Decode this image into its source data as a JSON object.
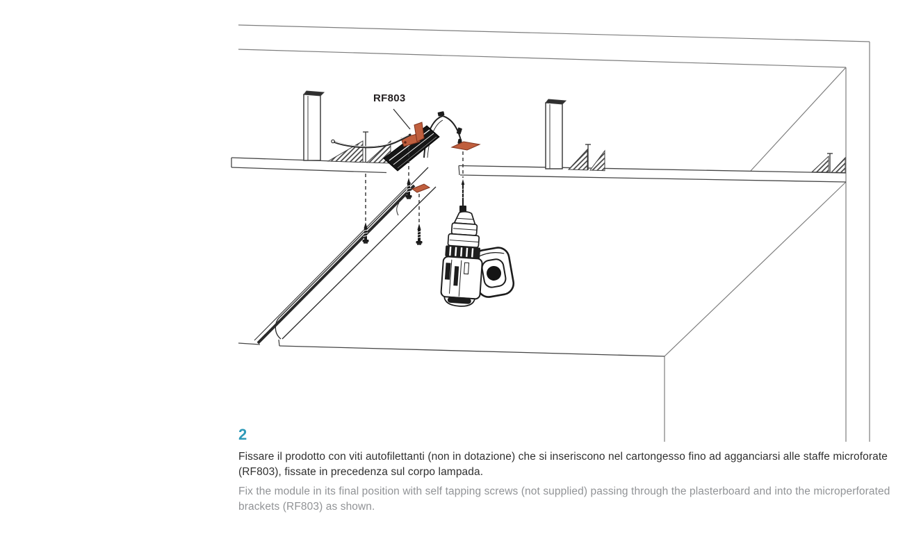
{
  "colors": {
    "accent": "#2f9ab8",
    "bracket_orange": "#c05f3e",
    "bracket_outline": "#7e341f",
    "text_primary": "#2f2f2f",
    "text_secondary": "#919396",
    "label_color": "#231f20"
  },
  "diagram": {
    "part_label": "RF803"
  },
  "step": {
    "number": "2"
  },
  "instructions": {
    "italian": [
      "Fissare il prodotto con viti autofilettanti (non in dotazione) che si inseriscono nel cartongesso fino ad agganciarsi alle staffe microforate",
      "(RF803), fissate in precedenza sul corpo lampada."
    ],
    "english": [
      "Fix the module in its final position with self tapping screws (not supplied) passing through the plasterboard and into the microperforated",
      "brackets (RF803) as shown."
    ]
  }
}
